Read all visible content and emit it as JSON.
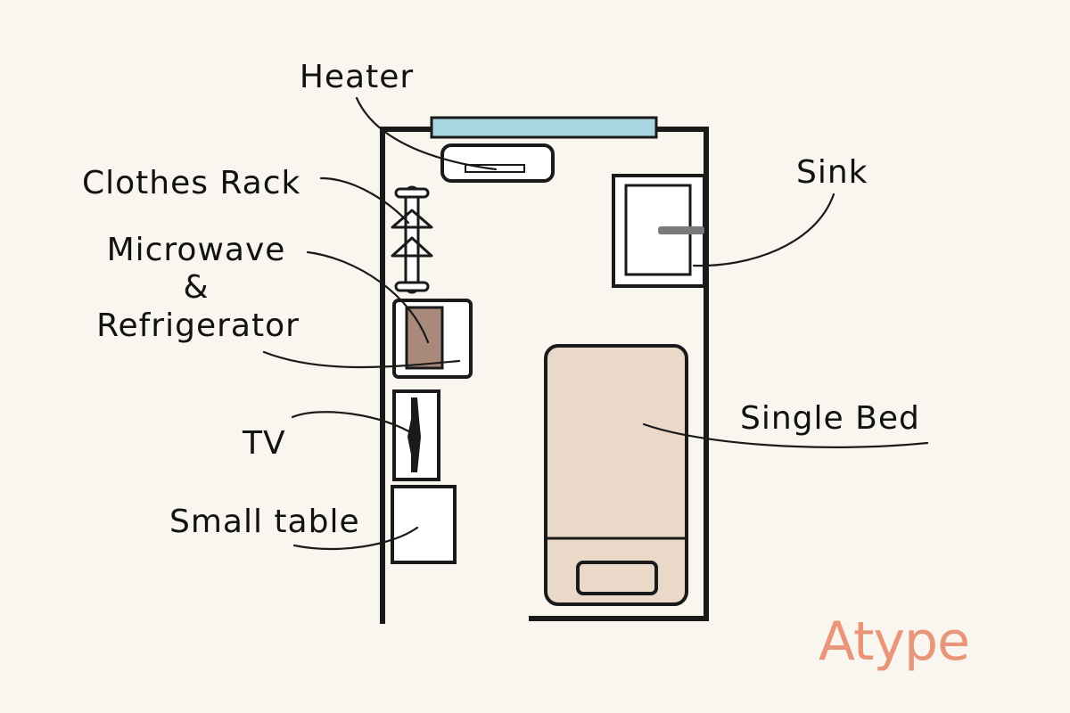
{
  "labels": {
    "heater": "Heater",
    "clothes_rack": "Clothes Rack",
    "microwave_line1": "Microwave",
    "microwave_line2": "&",
    "microwave_line3": "Refrigerator",
    "tv": "TV",
    "small_table": "Small table",
    "sink": "Sink",
    "single_bed": "Single Bed"
  },
  "brand": {
    "letter": "A",
    "rest": "type"
  },
  "colors": {
    "background": "#f9f6ef",
    "wall": "#1a1a1a",
    "window": "#a7d6e0",
    "bed": "#ead8c8",
    "microwave_door": "#a98a7a",
    "furniture_fill": "#ffffff",
    "brand": "#e9957a"
  },
  "icons": [
    "hanger-icon"
  ]
}
